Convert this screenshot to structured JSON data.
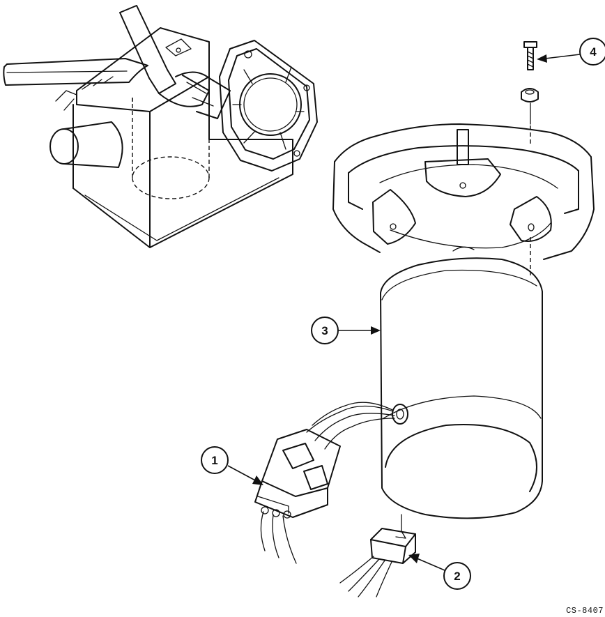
{
  "callouts": [
    {
      "number": "1",
      "part": "connector"
    },
    {
      "number": "2",
      "part": "plug"
    },
    {
      "number": "3",
      "part": "motor"
    },
    {
      "number": "4",
      "part": "screw"
    }
  ],
  "figure_code": "CS-8407"
}
